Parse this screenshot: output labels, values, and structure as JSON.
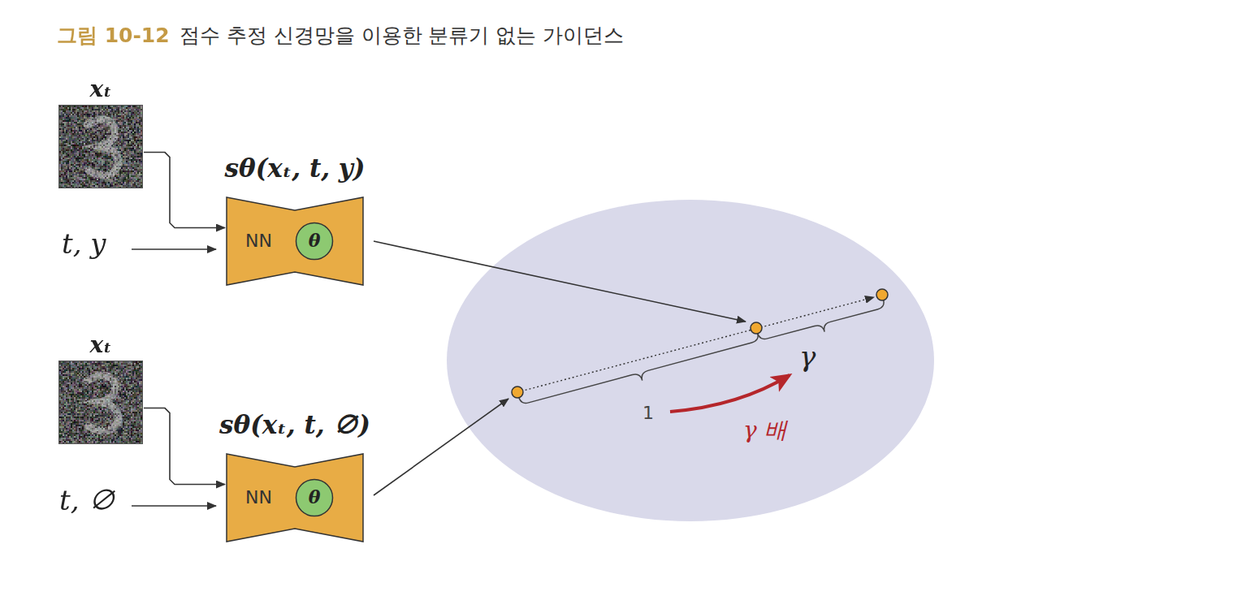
{
  "diagram": {
    "title": "점수 추정 신경망을 이용한 분류기 없는 가이던스",
    "nodes": [
      {
        "text": [
          "xₜ"
        ]
      },
      {
        "text": [
          "sθ(xₜ, t, y)",
          "NN"
        ]
      },
      {
        "text": [
          "θ"
        ],
        "in": 1
      },
      {
        "text": [
          "xₜ"
        ]
      },
      {
        "text": [
          "sθ(xₜ, t, ∅)",
          "NN"
        ]
      },
      {
        "text": [
          "θ"
        ],
        "in": 4
      }
    ],
    "edges": [
      {
        "from": 0,
        "to": 1,
        "arrow": "to"
      },
      {
        "from": 3,
        "to": 4,
        "arrow": "to"
      }
    ],
    "labels": [
      "그림 10-12",
      "t, y",
      "t, ∅",
      "1",
      "γ",
      "γ 배"
    ]
  }
}
